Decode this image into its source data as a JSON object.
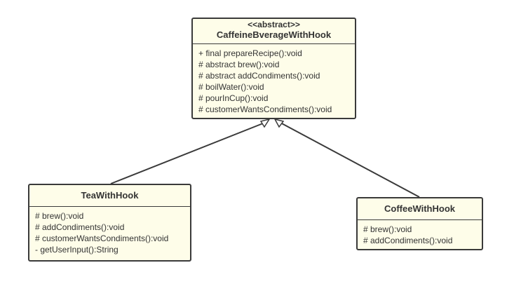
{
  "abstract_class": {
    "stereotype": "<<abstract>>",
    "name": "CaffeineBverageWithHook",
    "operations": [
      "+ final prepareRecipe():void",
      "# abstract brew():void",
      "# abstract addCondiments():void",
      "# boilWater():void",
      "# pourInCup():void",
      "# customerWantsCondiments():void"
    ]
  },
  "tea_class": {
    "name": "TeaWithHook",
    "operations": [
      "# brew():void",
      "# addCondiments():void",
      "# customerWantsCondiments():void",
      "- getUserInput():String"
    ]
  },
  "coffee_class": {
    "name": "CoffeeWithHook",
    "operations": [
      "# brew():void",
      "# addCondiments():void"
    ]
  },
  "colors": {
    "class_fill": "#fefde9",
    "border": "#3a3a3a",
    "text": "#333333"
  }
}
